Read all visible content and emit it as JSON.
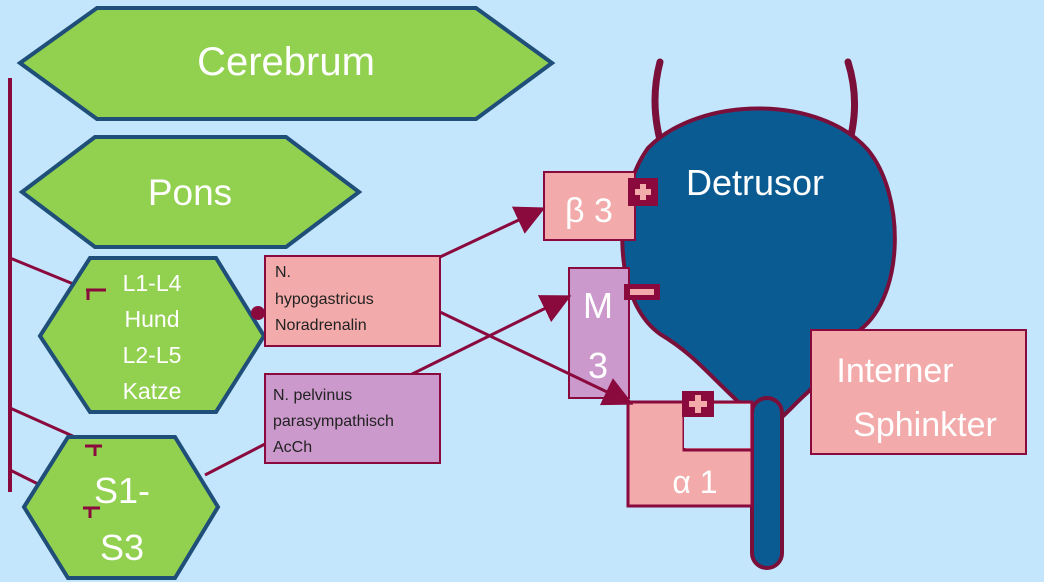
{
  "colors": {
    "background": "#c3e6fd",
    "hexagon_fill": "#92d050",
    "hexagon_stroke": "#1f4e79",
    "nerve_line": "#8b0a3e",
    "bladder_fill": "#0b5b93",
    "bladder_stroke": "#7a0f3a",
    "pink_box": "#f2aaaa",
    "purple_box": "#cc99cc"
  },
  "nodes": {
    "cerebrum": "Cerebrum",
    "pons": "Pons",
    "lumbar": [
      "L1-L4",
      "Hund",
      "L2-L5",
      "Katze"
    ],
    "sacral": [
      "S1-",
      "S3"
    ],
    "detrusor": "Detrusor",
    "internal_sphincter": [
      "Interner",
      "Sphinkter"
    ]
  },
  "receptors": {
    "beta3": "β 3",
    "m3": [
      "M",
      "3"
    ],
    "alpha1": "α 1",
    "plus_icon": "plus-icon",
    "minus_icon": "minus-icon"
  },
  "nerves": {
    "hypogastricus": [
      "N.",
      "hypogastricus",
      "Noradrenalin"
    ],
    "pelvinus": [
      "N. pelvinus",
      "parasympathisch",
      "AcCh"
    ]
  }
}
